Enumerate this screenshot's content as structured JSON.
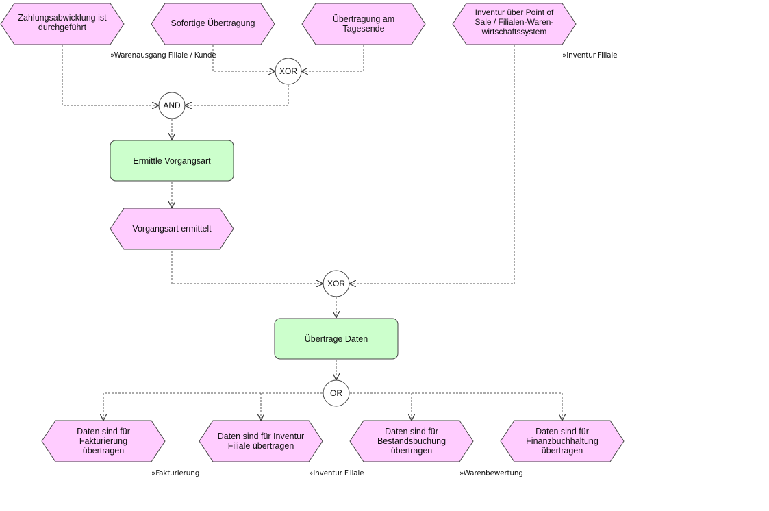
{
  "events": {
    "zahlung": "Zahlungsabwicklung ist\ndurchgeführt",
    "sofort": "Sofortige Übertragung",
    "tagesende": "Übertragung am\nTagesende",
    "inventur_pos": "Inventur über Point of\nSale / Filialen-Waren-\nwirtschaftssystem",
    "vorgangsart": "Vorgangsart ermittelt",
    "fakturierung": "Daten sind für\nFakturierung\nübertragen",
    "inventur_filiale": "Daten sind für Inventur\nFiliale übertragen",
    "bestand": "Daten sind für\nBestandsbuchung\nübertragen",
    "finanz": "Daten sind für\nFinanzbuchhaltung\nübertragen"
  },
  "functions": {
    "ermittle": "Ermittle Vorgangsart",
    "uebertrage": "Übertrage Daten"
  },
  "operators": {
    "xor_top": "XOR",
    "and": "AND",
    "xor_mid": "XOR",
    "or": "OR"
  },
  "references": {
    "warenausgang": "»Warenausgang Filiale / Kunde",
    "inventur_top": "»Inventur Filiale",
    "fakturierung": "»Fakturierung",
    "inventur_bottom": "»Inventur Filiale",
    "warenbewertung": "»Warenbewertung"
  },
  "colors": {
    "event_fill": "#ffccff",
    "function_fill": "#ccffcc",
    "stroke": "#444444",
    "connector": "#555555"
  }
}
